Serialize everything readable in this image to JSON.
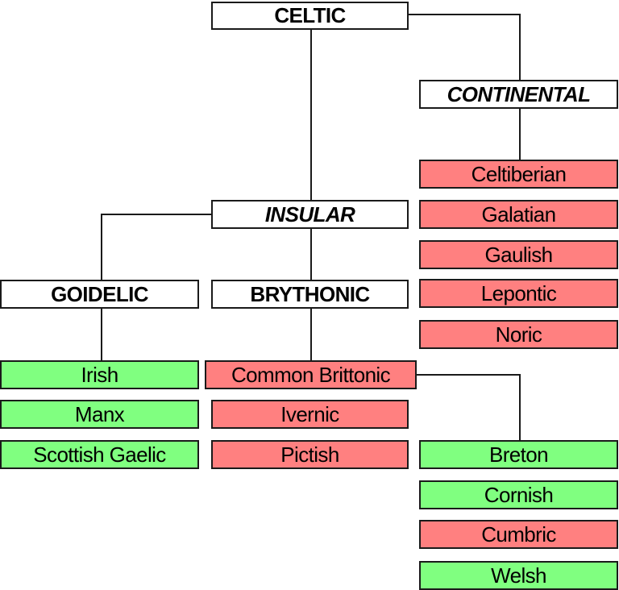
{
  "colors": {
    "extinct": "#ff8080",
    "living": "#80ff80",
    "group": "#ffffff",
    "line": "#1a1a1a"
  },
  "nodes": {
    "celtic": {
      "label": "CELTIC",
      "status": "group"
    },
    "continental": {
      "label": "CONTINENTAL",
      "status": "group"
    },
    "insular": {
      "label": "INSULAR",
      "status": "group"
    },
    "goidelic": {
      "label": "GOIDELIC",
      "status": "group"
    },
    "brythonic": {
      "label": "BRYTHONIC",
      "status": "group"
    },
    "celtiberian": {
      "label": "Celtiberian",
      "status": "extinct"
    },
    "galatian": {
      "label": "Galatian",
      "status": "extinct"
    },
    "gaulish": {
      "label": "Gaulish",
      "status": "extinct"
    },
    "lepontic": {
      "label": "Lepontic",
      "status": "extinct"
    },
    "noric": {
      "label": "Noric",
      "status": "extinct"
    },
    "irish": {
      "label": "Irish",
      "status": "living"
    },
    "manx": {
      "label": "Manx",
      "status": "living"
    },
    "scottish_gaelic": {
      "label": "Scottish Gaelic",
      "status": "living"
    },
    "common_brittonic": {
      "label": "Common Brittonic",
      "status": "extinct"
    },
    "ivernic": {
      "label": "Ivernic",
      "status": "extinct"
    },
    "pictish": {
      "label": "Pictish",
      "status": "extinct"
    },
    "breton": {
      "label": "Breton",
      "status": "living"
    },
    "cornish": {
      "label": "Cornish",
      "status": "living"
    },
    "cumbric": {
      "label": "Cumbric",
      "status": "extinct"
    },
    "welsh": {
      "label": "Welsh",
      "status": "living"
    }
  },
  "edges": [
    [
      "celtic",
      "insular"
    ],
    [
      "celtic",
      "continental"
    ],
    [
      "continental",
      "celtiberian"
    ],
    [
      "insular",
      "goidelic"
    ],
    [
      "insular",
      "brythonic"
    ],
    [
      "goidelic",
      "irish"
    ],
    [
      "brythonic",
      "common_brittonic"
    ],
    [
      "common_brittonic",
      "breton"
    ]
  ]
}
